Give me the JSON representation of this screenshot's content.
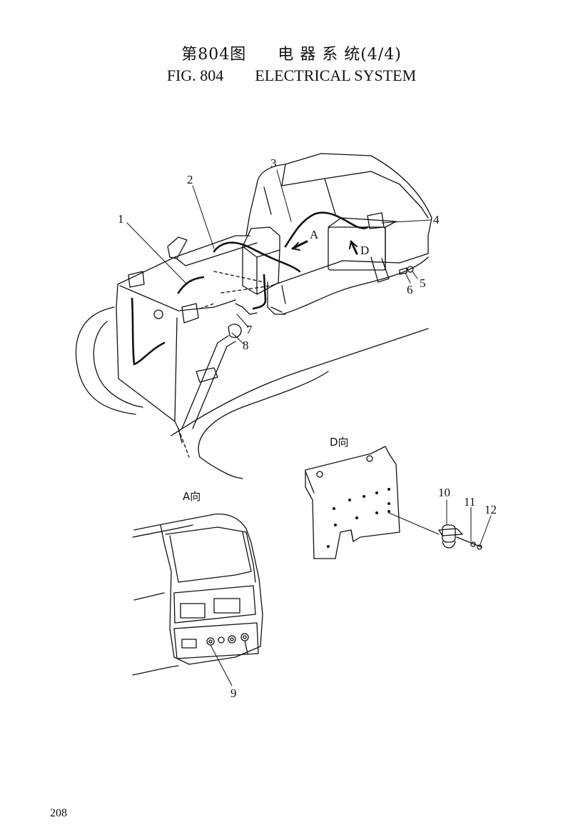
{
  "header": {
    "cn_fig": "第804图",
    "cn_title": "电 器 系 统(4/4)",
    "en_fig": "FIG. 804",
    "en_title": "ELECTRICAL SYSTEM"
  },
  "callouts": [
    "1",
    "2",
    "3",
    "4",
    "5",
    "6",
    "7",
    "8",
    "9",
    "10",
    "11",
    "12"
  ],
  "arrows": {
    "a": "A",
    "d": "D"
  },
  "views": {
    "d_view": "D向",
    "a_view": "A向"
  },
  "page_number": "208"
}
